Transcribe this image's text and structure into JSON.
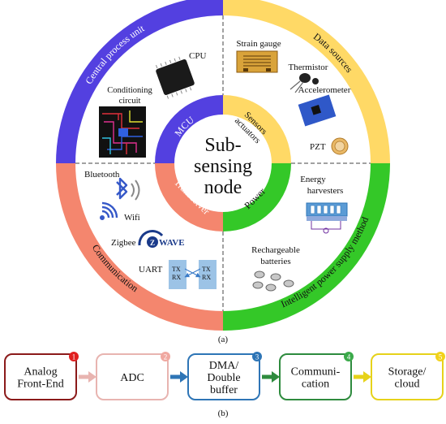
{
  "center": {
    "line1": "Sub-",
    "line2": "sensing",
    "line3": "node"
  },
  "inner_ring": {
    "mcu": "MCU",
    "sensors_line1": "Sensors",
    "sensors_line2": "actuators",
    "transceiver": "Transceiver",
    "power": "Power"
  },
  "outer_ring": {
    "central_process_unit": "Central process unit",
    "data_sources": "Data sources",
    "communication": "Communication",
    "power_supply": "Intelligent power supply method"
  },
  "items": {
    "cpu": "CPU",
    "conditioning_line1": "Conditioning",
    "conditioning_line2": "circuit",
    "strain_gauge": "Strain gauge",
    "thermistor": "Thermistor",
    "accelerometer": "Accelerometer",
    "pzt": "PZT",
    "bluetooth": "Bluetooth",
    "wifi": "Wifi",
    "zigbee": "Zigbee",
    "zwave": "WAVE",
    "uart": "UART",
    "tx": "TX",
    "rx": "RX",
    "energy_line1": "Energy",
    "energy_line2": "harvesters",
    "rechargeable_line1": "Rechargeable",
    "rechargeable_line2": "batteries"
  },
  "caption_a": "(a)",
  "caption_b": "(b)",
  "flow": [
    {
      "line1": "Analog",
      "line2": "Front-End",
      "badge": "1",
      "color": "#8B1A1A",
      "badge_color": "#E02020"
    },
    {
      "line1": "ADC",
      "line2": "",
      "badge": "2",
      "color": "#E8B4B0",
      "badge_color": "#F0A8A0"
    },
    {
      "line1": "DMA/",
      "line2": "Double",
      "line3": "buffer",
      "badge": "3",
      "color": "#2E75B6",
      "badge_color": "#2E75B6"
    },
    {
      "line1": "Communi-",
      "line2": "cation",
      "badge": "4",
      "color": "#2E8B3E",
      "badge_color": "#3BAA4A"
    },
    {
      "line1": "Storage/",
      "line2": "cloud",
      "badge": "5",
      "color": "#E6D21A",
      "badge_color": "#F2D21A"
    }
  ],
  "colors": {
    "blue": "#5340E0",
    "yellow": "#FFD966",
    "salmon": "#F4866E",
    "green": "#34C828"
  }
}
